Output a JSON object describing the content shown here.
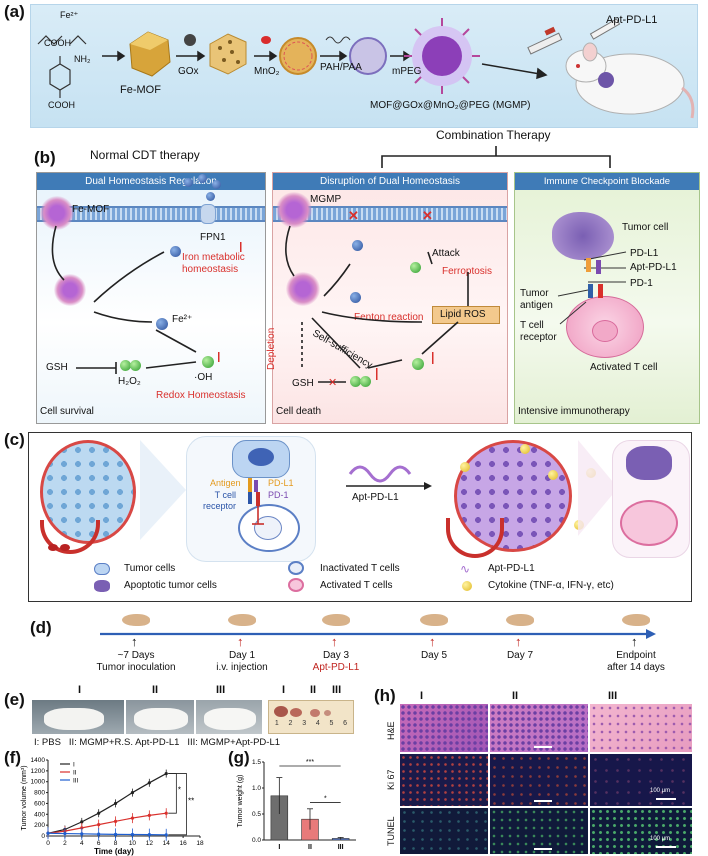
{
  "panel_a": {
    "label": "(a)",
    "ion": "Fe²⁺",
    "chem": "NH₂",
    "cooh_top": "COOH",
    "cooh_bottom": "COOH",
    "fe_mof": "Fe-MOF",
    "gox": "GOx",
    "mno2": "MnO₂",
    "pah_paa": "PAH/PAA",
    "mpeg": "mPEG",
    "product": "MOF@GOx@MnO₂@PEG (MGMP)",
    "apt": "Apt-PD-L1"
  },
  "panel_b": {
    "label": "(b)",
    "combination": "Combination Therapy",
    "normal": "Normal CDT therapy",
    "box1": {
      "header": "Dual Homeostasis Regulation",
      "fe_mof": "Fe-MOF",
      "fpn1": "FPN1",
      "iron": "Iron metabolic homeostasis",
      "fe2": "Fe²⁺",
      "gsh": "GSH",
      "h2o2": "H₂O₂",
      "oh": "·OH",
      "redox": "Redox Homeostasis",
      "footer": "Cell survival"
    },
    "box2": {
      "header": "Disruption of Dual Homeostasis",
      "mgmp": "MGMP",
      "attack": "Attack",
      "ferroptosis": "Ferroptosis",
      "fenton": "Fenton reaction",
      "lipid": "Lipid ROS",
      "self": "Self-sufficiency",
      "depletion": "Depletion",
      "gsh": "GSH",
      "footer": "Cell death"
    },
    "box3": {
      "header": "Immune Checkpoint Blockade",
      "tumor_cell": "Tumor cell",
      "pdl1": "PD-L1",
      "apt": "Apt-PD-L1",
      "pd1": "PD-1",
      "antigen": "Tumor antigen",
      "tcr": "T cell receptor",
      "activated": "Activated T cell",
      "footer": "Intensive immunotherapy"
    }
  },
  "panel_c": {
    "label": "(c)",
    "antigen": "Antigen",
    "tcr": "T cell receptor",
    "pdl1": "PD-L1",
    "pd1": "PD-1",
    "apt": "Apt-PD-L1",
    "legend": [
      {
        "text": "Tumor cells"
      },
      {
        "text": "Inactivated T cells"
      },
      {
        "text": "Apt-PD-L1"
      },
      {
        "text": "Apoptotic tumor cells"
      },
      {
        "text": "Activated T cells"
      },
      {
        "text": "Cytokine (TNF-α, IFN-γ, etc)"
      }
    ]
  },
  "panel_d": {
    "label": "(d)",
    "events": [
      {
        "line1": "~7 Days",
        "line2": "Tumor inoculation",
        "color": "#111111"
      },
      {
        "line1": "Day 1",
        "line2": "i.v. injection",
        "color": "#c0231e"
      },
      {
        "line1": "Day 3",
        "line2": "Apt-PD-L1",
        "color": "#c0231e"
      },
      {
        "line1": "Day 5",
        "line2": "",
        "color": "#c0231e"
      },
      {
        "line1": "Day 7",
        "line2": "",
        "color": "#c0231e"
      },
      {
        "line1": "Endpoint",
        "line2": "after 14 days",
        "color": "#111111"
      }
    ]
  },
  "panel_e": {
    "label": "(e)",
    "groups": [
      "I",
      "II",
      "III"
    ],
    "tumor_groups": [
      "I",
      "II",
      "III"
    ],
    "ruler": [
      "1",
      "2",
      "3",
      "4",
      "5",
      "6"
    ],
    "caption": "I: PBS   II: MGMP+R.S. Apt-PD-L1   III: MGMP+Apt-PD-L1"
  },
  "panel_f": {
    "label": "(f)",
    "chart_data": {
      "type": "line",
      "xlabel": "Time (day)",
      "ylabel": "Tumor volume (mm³)",
      "x": [
        0,
        2,
        4,
        6,
        8,
        10,
        12,
        14
      ],
      "xticks": [
        "0",
        "2",
        "4",
        "6",
        "8",
        "10",
        "12",
        "14",
        "16",
        "18"
      ],
      "yticks": [
        "0",
        "200",
        "400",
        "600",
        "800",
        "1000",
        "1200",
        "1400"
      ],
      "xlim": [
        0,
        18
      ],
      "ylim": [
        0,
        1400
      ],
      "series": [
        {
          "name": "I",
          "color": "#222222",
          "values": [
            50,
            120,
            260,
            420,
            600,
            800,
            980,
            1150
          ]
        },
        {
          "name": "II",
          "color": "#d9302c",
          "values": [
            50,
            90,
            150,
            210,
            270,
            330,
            380,
            420
          ]
        },
        {
          "name": "III",
          "color": "#1f5fd0",
          "values": [
            50,
            45,
            40,
            35,
            30,
            28,
            25,
            22
          ]
        }
      ],
      "significance": [
        "*",
        "**"
      ]
    }
  },
  "panel_g": {
    "label": "(g)",
    "chart_data": {
      "type": "bar",
      "ylabel": "Tumor weight (g)",
      "categories": [
        "I",
        "II",
        "III"
      ],
      "values": [
        0.85,
        0.4,
        0.03
      ],
      "errors": [
        0.35,
        0.2,
        0.02
      ],
      "colors": [
        "#6e6e6e",
        "#e87a7a",
        "#5b7fd6"
      ],
      "yticks": [
        "0.0",
        "0.5",
        "1.0",
        "1.5"
      ],
      "ylim": [
        0,
        1.5
      ],
      "significance": [
        "***",
        "*"
      ]
    }
  },
  "panel_h": {
    "label": "(h)",
    "cols": [
      "I",
      "II",
      "III"
    ],
    "rows": [
      "H&E",
      "Ki 67",
      "TUNEL"
    ],
    "scale": "100 μm"
  }
}
